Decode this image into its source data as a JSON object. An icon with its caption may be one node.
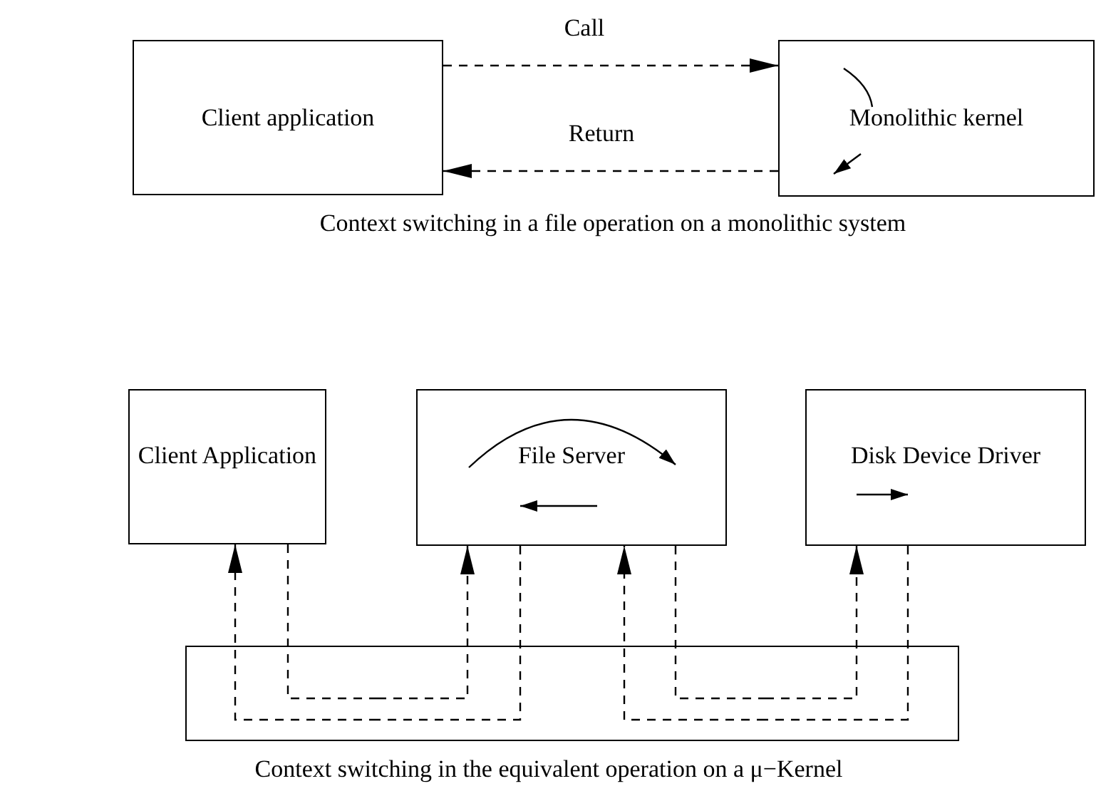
{
  "diagram": {
    "nodes": [
      {
        "text": [
          "Client application"
        ]
      },
      {
        "text": [
          "Monolithic kernel"
        ]
      },
      {
        "text": [
          "Client Application"
        ]
      },
      {
        "text": [
          "File Server"
        ]
      },
      {
        "text": [
          "Disk Device Driver"
        ]
      },
      {
        "text": [],
        "shape": "box"
      }
    ],
    "edges": [
      {
        "from": 0,
        "to": 1,
        "arrow": "to",
        "label": "Call",
        "style": "dashed"
      },
      {
        "from": 1,
        "to": 0,
        "arrow": "to",
        "label": "Return",
        "style": "dashed"
      },
      {
        "from": 2,
        "to": 5,
        "arrow": "none",
        "style": "dashed"
      },
      {
        "from": 5,
        "to": 3,
        "arrow": "to",
        "style": "dashed"
      },
      {
        "from": 3,
        "to": 5,
        "arrow": "none",
        "style": "dashed"
      },
      {
        "from": 5,
        "to": 4,
        "arrow": "to",
        "style": "dashed"
      },
      {
        "from": 4,
        "to": 5,
        "arrow": "none",
        "style": "dashed"
      },
      {
        "from": 5,
        "to": 3,
        "arrow": "to",
        "style": "dashed"
      },
      {
        "from": 3,
        "to": 5,
        "arrow": "none",
        "style": "dashed"
      },
      {
        "from": 5,
        "to": 2,
        "arrow": "to",
        "style": "dashed"
      }
    ],
    "labels": [
      "Context switching in a file operation on a monolithic system",
      "Context switching in the equivalent operation on a μ−Kernel"
    ]
  }
}
